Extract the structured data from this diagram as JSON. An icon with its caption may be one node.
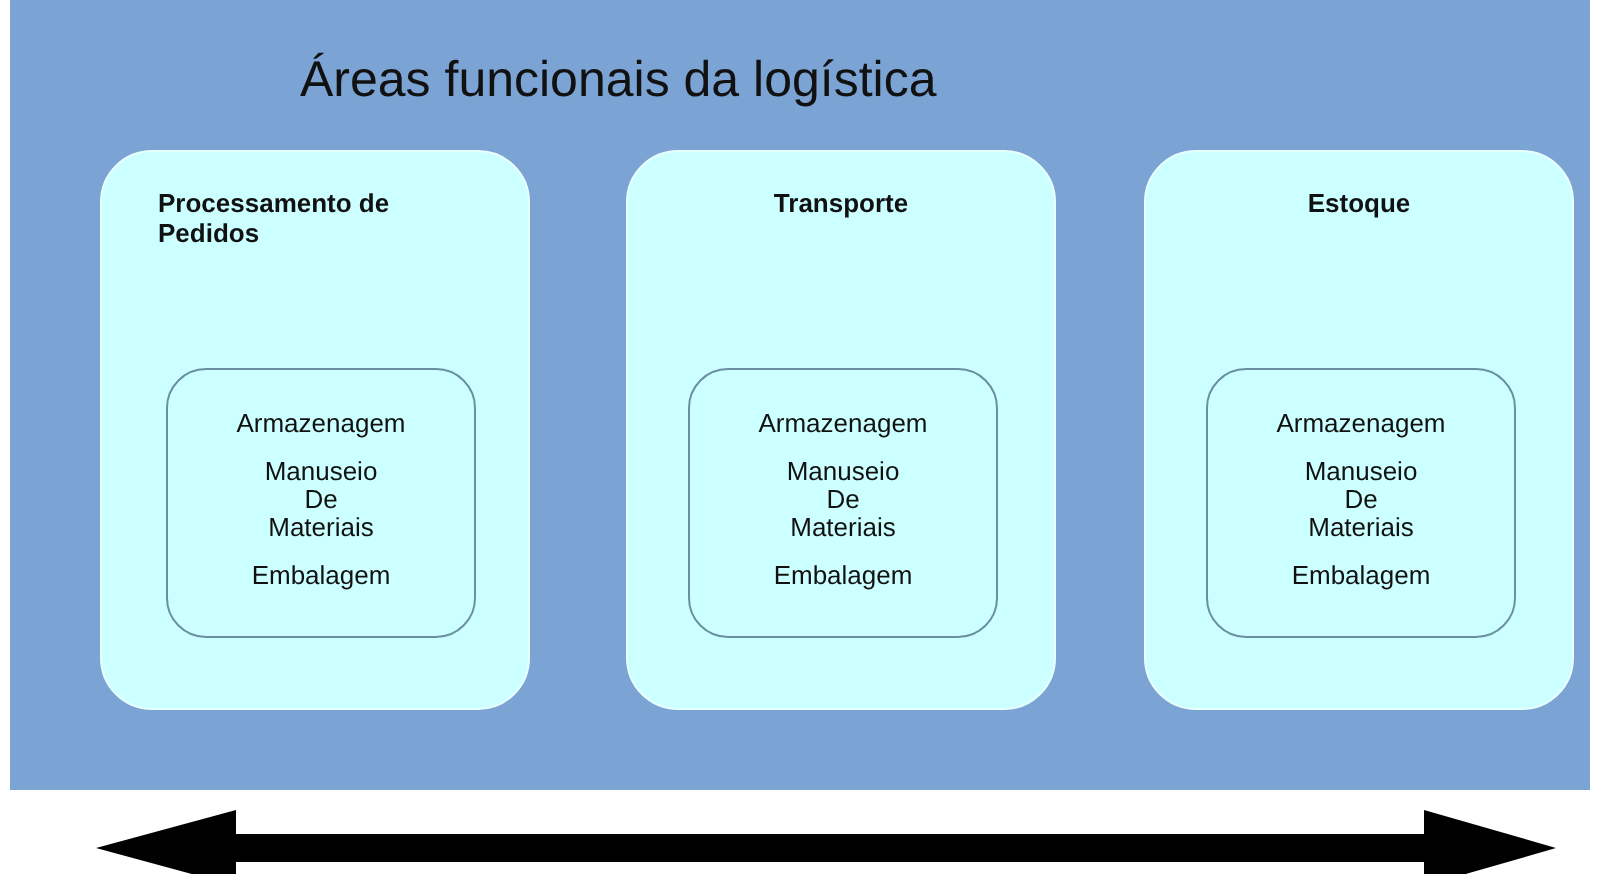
{
  "diagram": {
    "nodes": [
      {
        "text": [
          "Áreas funcionais da logística"
        ]
      },
      {
        "text": [
          "Processamento de Pedidos"
        ],
        "in": 0
      },
      {
        "text": [
          "Armazenagem",
          "Manuseio De Materiais",
          "Embalagem"
        ],
        "in": 1
      },
      {
        "text": [
          "Transporte"
        ],
        "in": 0
      },
      {
        "text": [
          "Armazenagem",
          "Manuseio De Materiais",
          "Embalagem"
        ],
        "in": 3
      },
      {
        "text": [
          "Estoque"
        ],
        "in": 0
      },
      {
        "text": [
          "Armazenagem",
          "Manuseio De Materiais",
          "Embalagem"
        ],
        "in": 5
      }
    ]
  }
}
